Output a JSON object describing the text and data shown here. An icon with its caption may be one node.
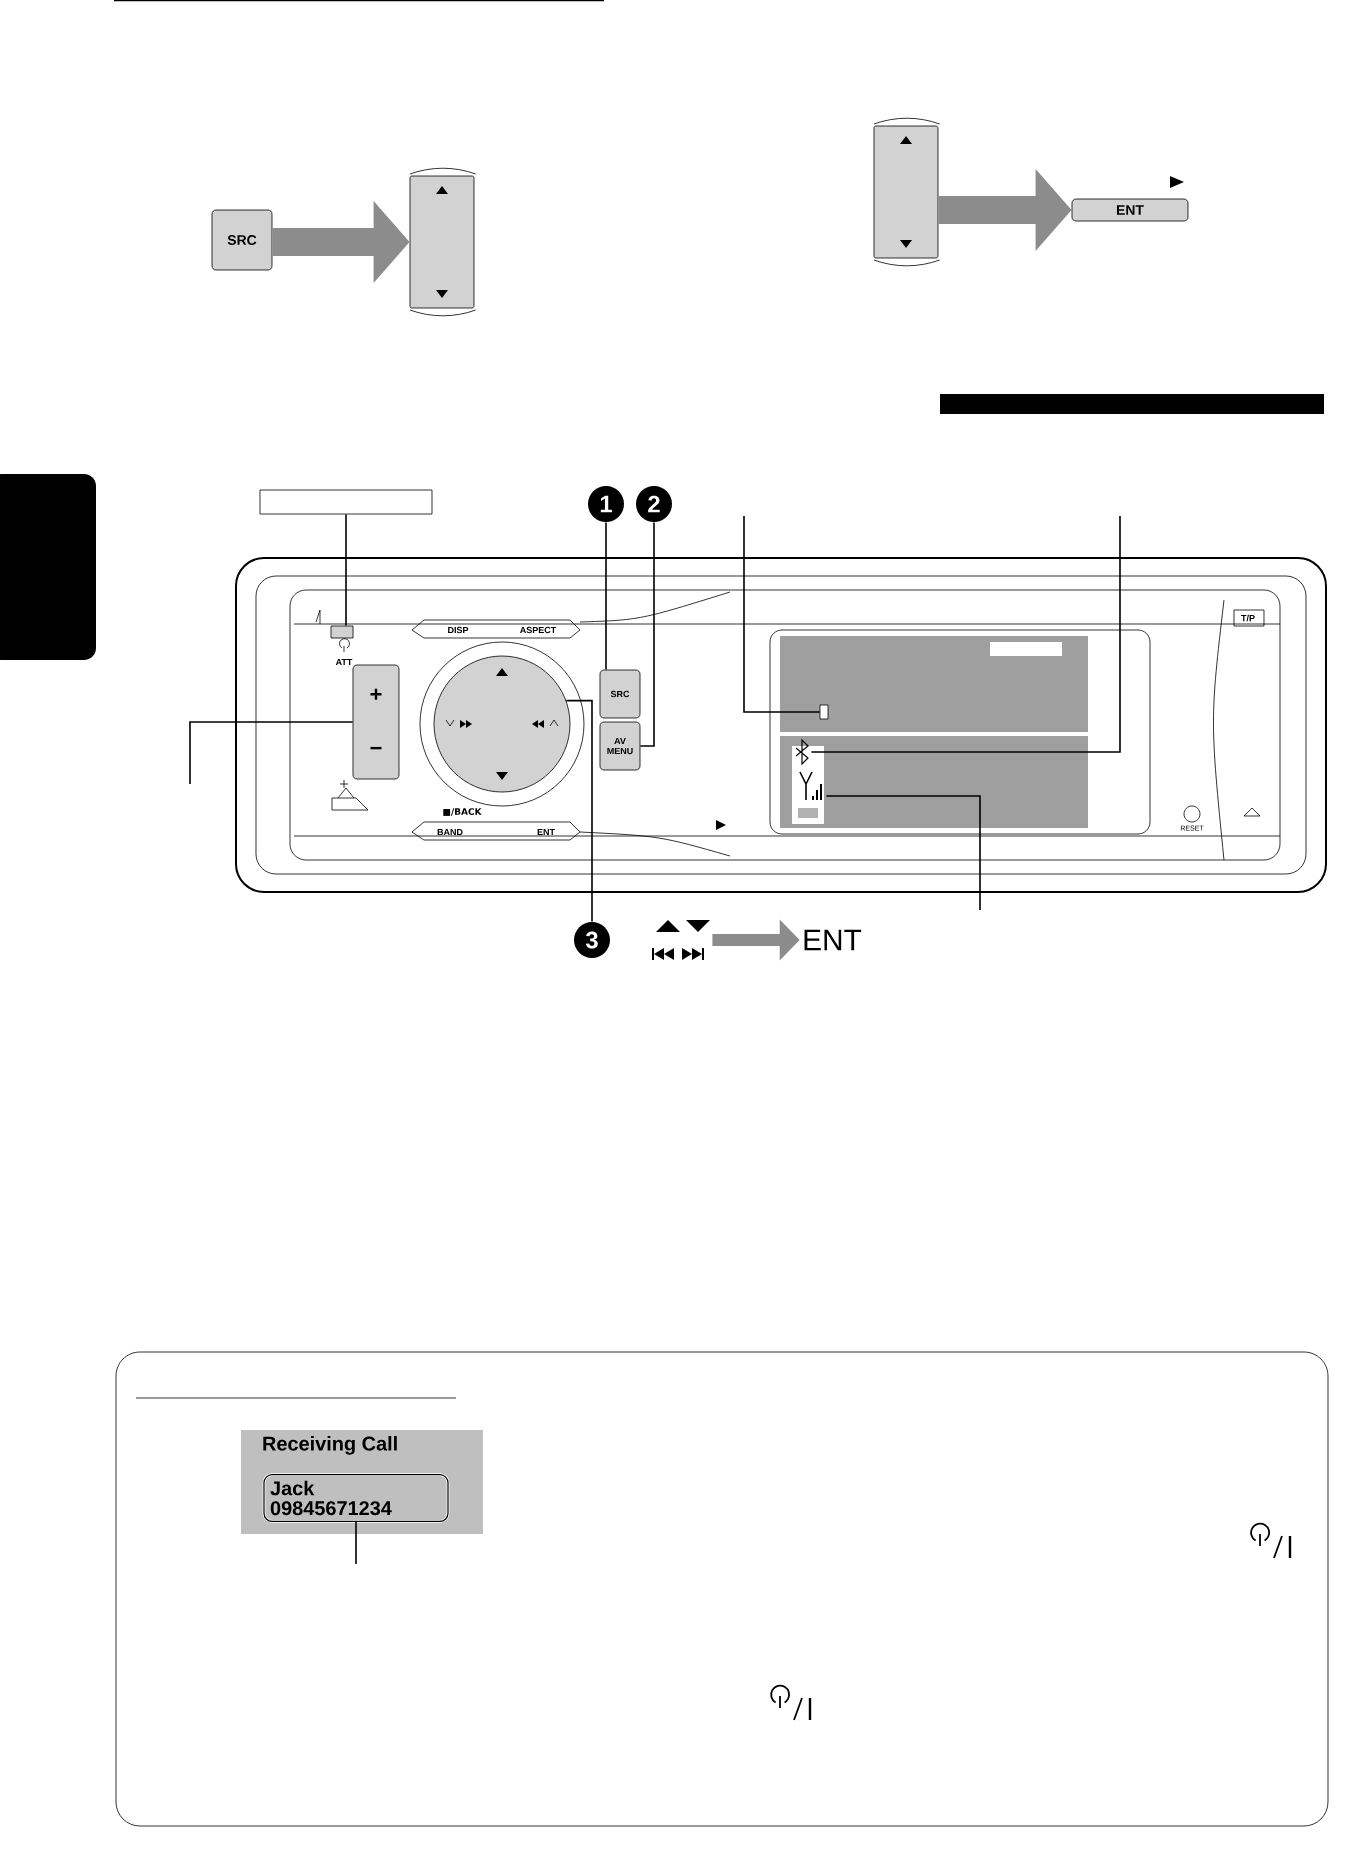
{
  "diagram": {
    "nodes": [
      {
        "text": [
          "SRC"
        ]
      },
      {
        "text": [],
        "shape": "bar"
      },
      {
        "text": [],
        "shape": "bar"
      },
      {
        "text": [
          "ENT"
        ]
      },
      {
        "text": [],
        "shape": "box"
      },
      {
        "text": [],
        "shape": "box"
      },
      {
        "text": [
          "1"
        ]
      },
      {
        "text": [
          "2"
        ]
      },
      {
        "text": [
          "SRC"
        ]
      },
      {
        "text": [
          "AV MENU"
        ]
      },
      {
        "text": [],
        "shape": "box"
      },
      {
        "text": [],
        "shape": "icon"
      },
      {
        "text": [
          "+",
          "−"
        ]
      },
      {
        "text": [],
        "shape": "icon"
      },
      {
        "text": [],
        "shape": "circle"
      },
      {
        "text": [
          "3"
        ]
      },
      {
        "text": [],
        "shape": "triangle"
      },
      {
        "text": [
          "ENT"
        ]
      },
      {
        "text": [
          "Receiving Call"
        ]
      },
      {
        "text": [
          "Jack 09845671234"
        ],
        "in": 18
      }
    ],
    "edges": [
      {
        "from": 0,
        "to": 1,
        "arrow": "to",
        "style": "thick",
        "color": "#8c8c8c"
      },
      {
        "from": 2,
        "to": 3,
        "arrow": "to",
        "style": "thick",
        "color": "#8c8c8c"
      },
      {
        "from": 6,
        "to": 8,
        "arrow": "none"
      },
      {
        "from": 7,
        "to": 9,
        "arrow": "none"
      },
      {
        "from": 4,
        "to": 5,
        "arrow": "none"
      },
      {
        "from": null,
        "to": 10,
        "arrow": "none"
      },
      {
        "from": null,
        "to": 11,
        "arrow": "none"
      },
      {
        "from": null,
        "to": 12,
        "arrow": "none"
      },
      {
        "from": null,
        "to": 13,
        "arrow": "none"
      },
      {
        "from": 15,
        "to": 14,
        "arrow": "none"
      },
      {
        "from": 16,
        "to": 17,
        "arrow": "to",
        "style": "thick",
        "color": "#8c8c8c"
      },
      {
        "from": null,
        "to": 19,
        "arrow": "none"
      }
    ],
    "labels": [
      "DISP",
      "ASPECT",
      "■/BACK",
      "BAND",
      "ENT",
      "ATT",
      "T/P",
      "RESET"
    ]
  }
}
